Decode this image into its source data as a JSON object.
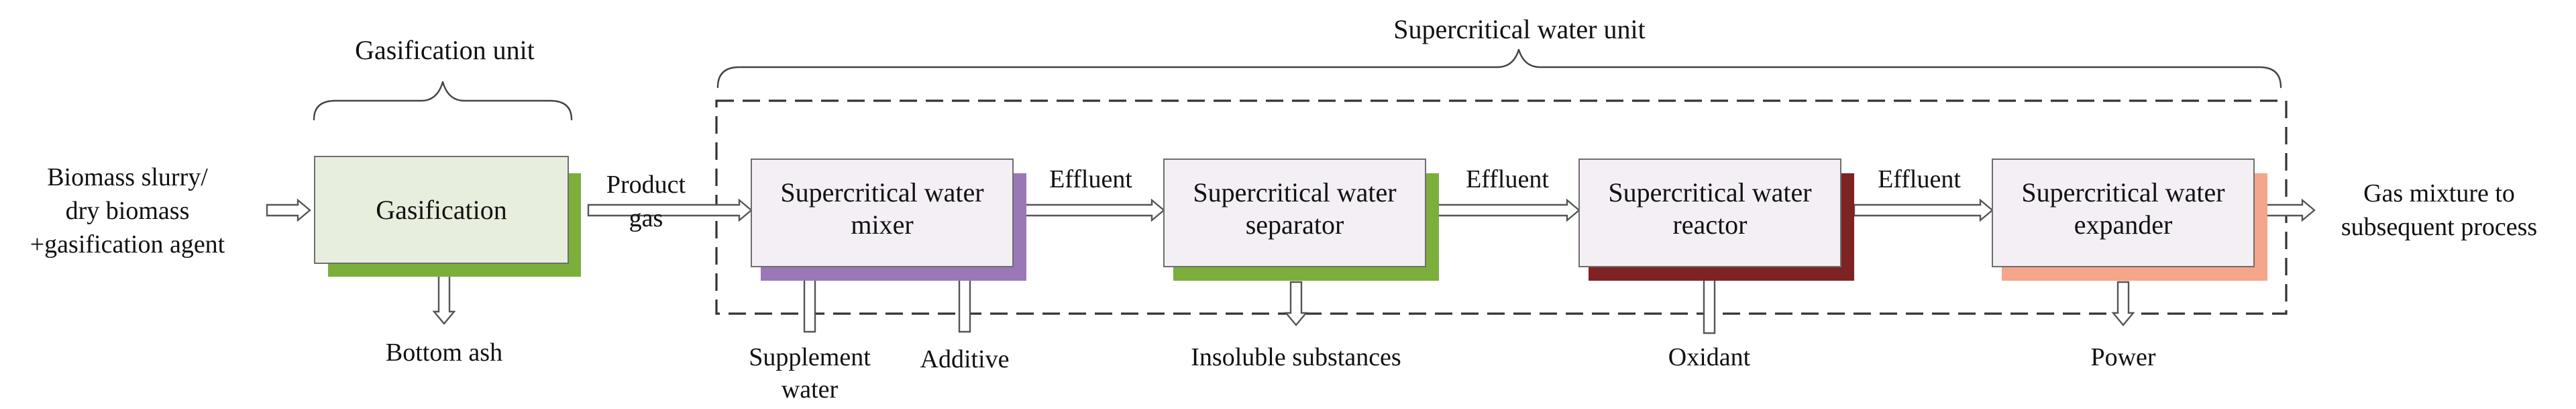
{
  "colors": {
    "gasification_fill": "#e7eedd",
    "gasification_shadow": "#7cae3c",
    "unit_box_fill": "#f3eff4",
    "mixer_shadow": "#9a78b8",
    "separator_shadow": "#7cae3c",
    "reactor_shadow": "#7d2323",
    "expander_shadow": "#f4a58a",
    "arrow_stroke": "#555555",
    "dashed_border": "#333333"
  },
  "titles": {
    "gasification_unit": "Gasification unit",
    "supercritical_unit": "Supercritical water unit"
  },
  "boxes": {
    "gasification": "Gasification",
    "mixer": [
      "Supercritical water",
      "mixer"
    ],
    "separator": [
      "Supercritical water",
      "separator"
    ],
    "reactor": [
      "Supercritical water",
      "reactor"
    ],
    "expander": [
      "Supercritical water",
      "expander"
    ]
  },
  "flows": {
    "input": [
      "Biomass slurry/",
      "dry biomass",
      "+gasification agent"
    ],
    "product_gas": [
      "Product",
      "gas"
    ],
    "effluent_1": "Effluent",
    "effluent_2": "Effluent",
    "effluent_3": "Effluent",
    "output": [
      "Gas mixture to",
      "subsequent process"
    ]
  },
  "side_streams": {
    "bottom_ash": "Bottom ash",
    "supplement_water": [
      "Supplement",
      "water"
    ],
    "additive": "Additive",
    "insoluble": "Insoluble substances",
    "oxidant": "Oxidant",
    "power": "Power"
  }
}
